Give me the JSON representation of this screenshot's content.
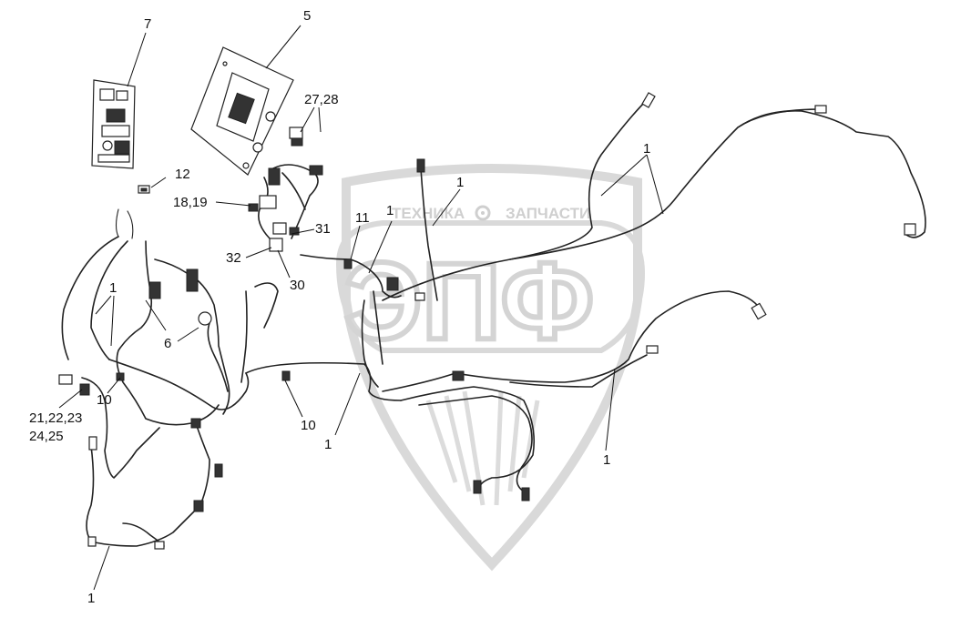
{
  "watermark": {
    "brand_left": "ТЕХНИКА",
    "brand_right": "ЗАПЧАСТИ",
    "letters": "ЭПФ"
  },
  "callouts": {
    "c7": "7",
    "c5": "5",
    "c27_28": "27,28",
    "c12": "12",
    "c18_19": "18,19",
    "c11": "11",
    "c1_top_center": "1",
    "c1_upper_mid": "1",
    "c1_right_top": "1",
    "c31": "31",
    "c32": "32",
    "c30": "30",
    "c1_left": "1",
    "c6": "6",
    "c10_left": "10",
    "c21_25_line1": "21,22,23",
    "c21_25_line2": "24,25",
    "c10_mid": "10",
    "c1_center_bottom": "1",
    "c1_right_bottom": "1",
    "c1_bottom_left": "1"
  }
}
